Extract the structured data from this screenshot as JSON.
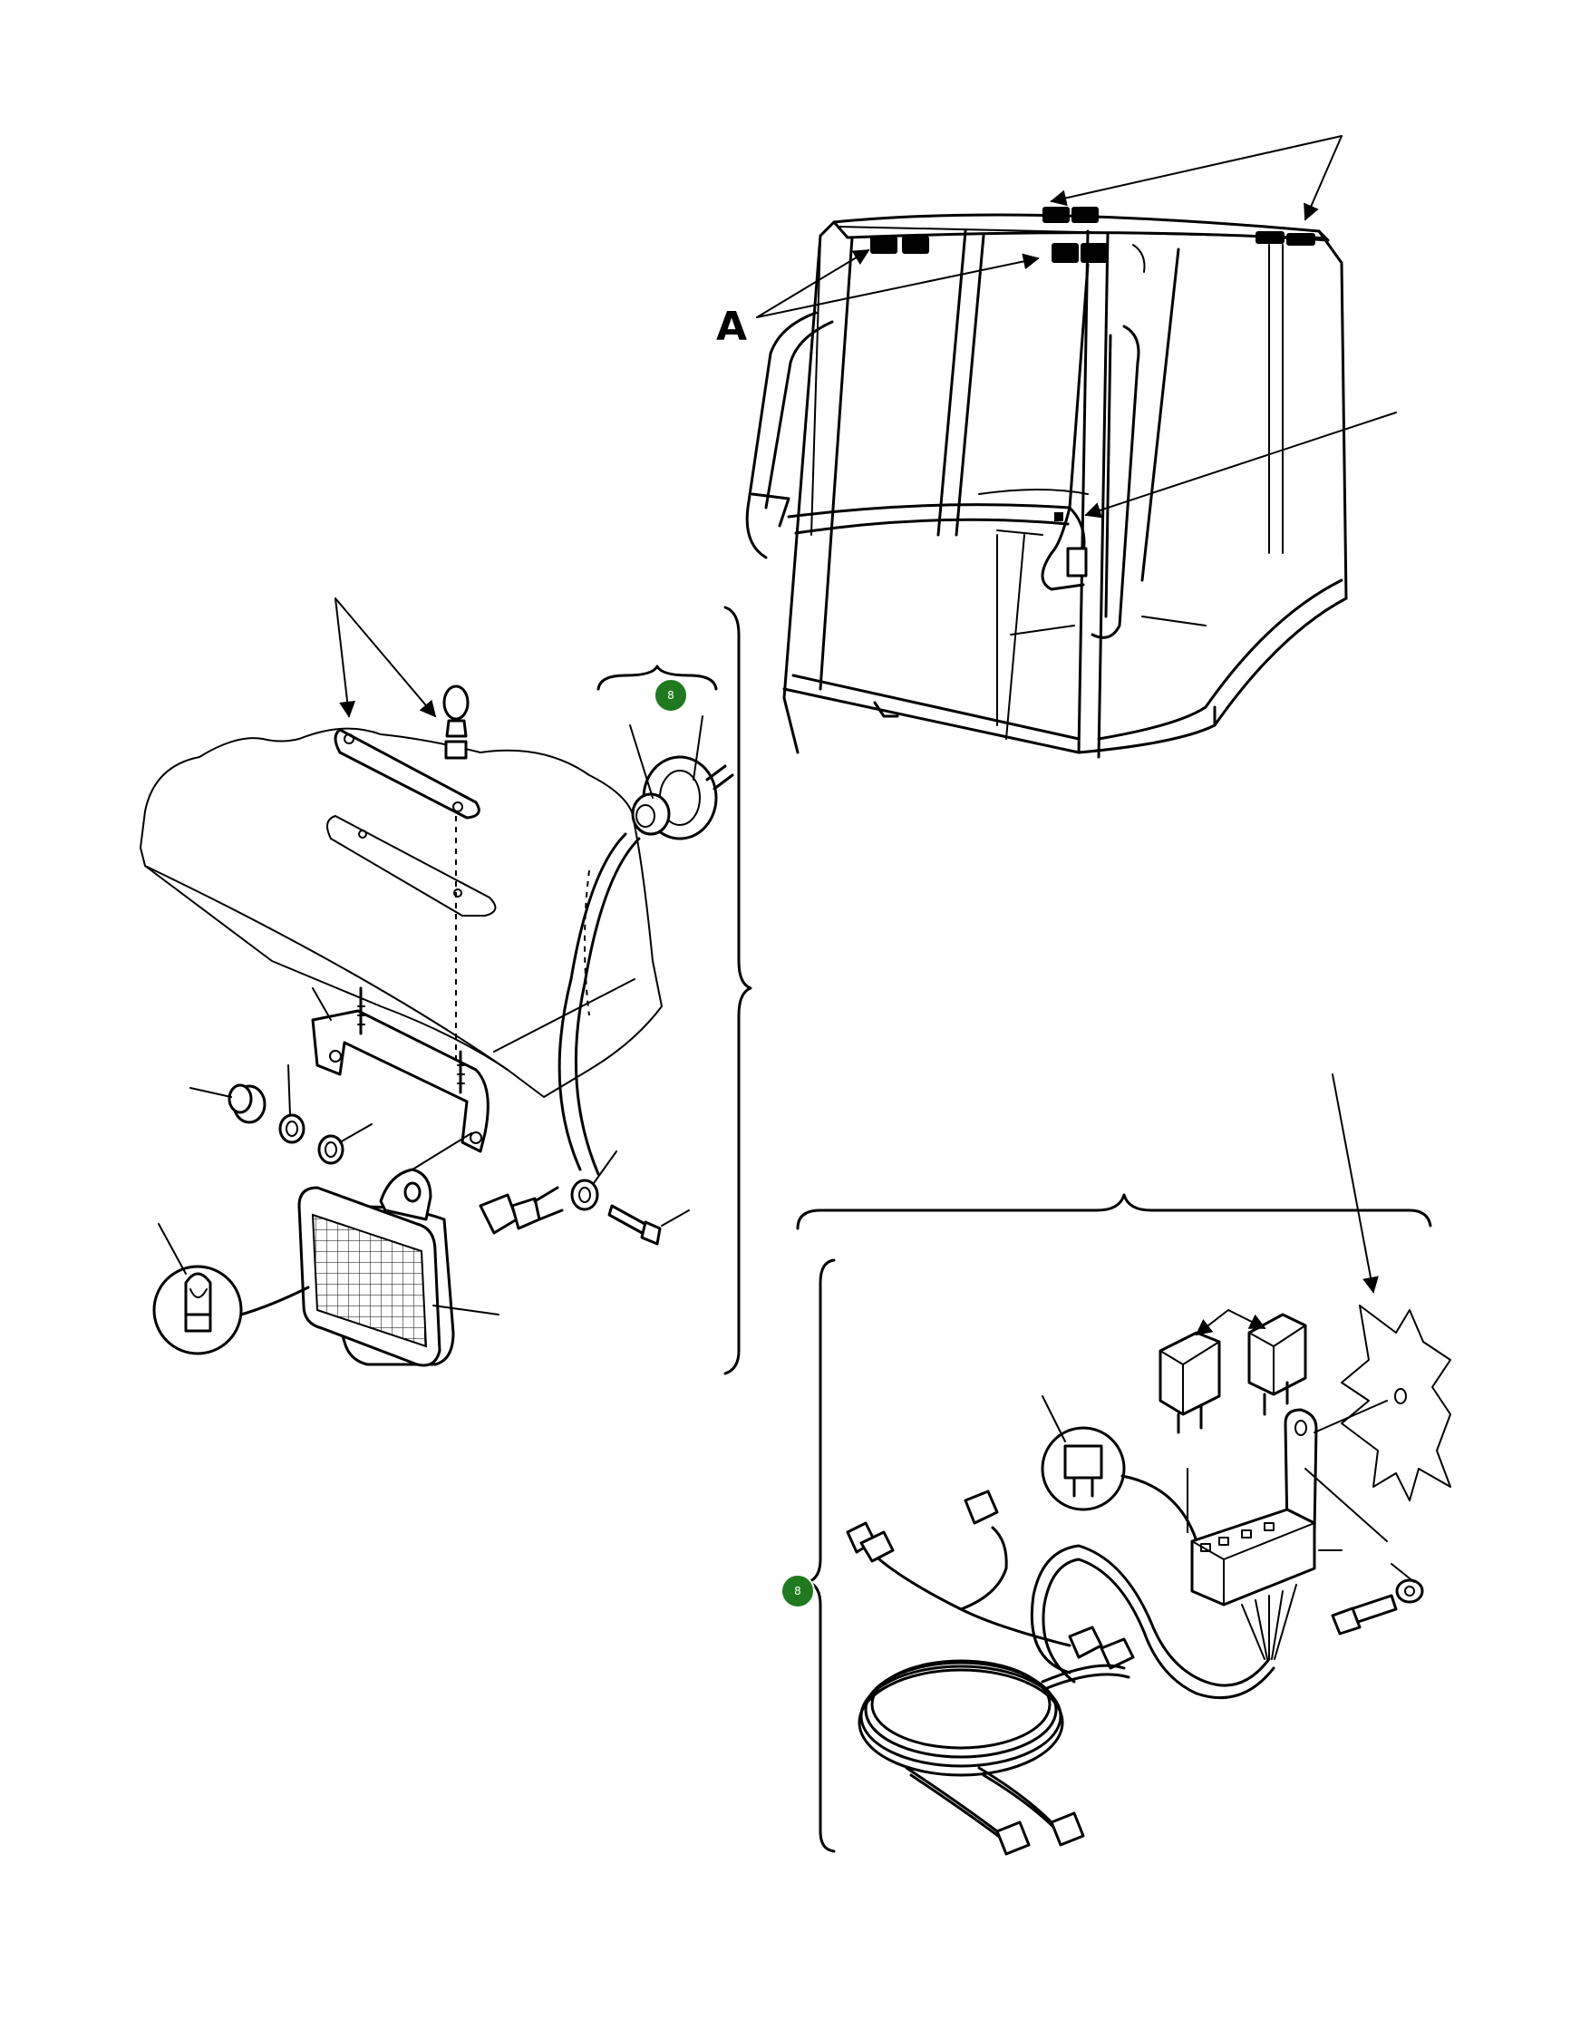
{
  "callout_label": "A",
  "badges": [
    {
      "id": "badge-top",
      "text": "8",
      "color": "#1f7a1f"
    },
    {
      "id": "badge-bottom",
      "text": "8",
      "color": "#1f7a1f"
    }
  ],
  "colors": {
    "line": "#000000",
    "background": "#ffffff",
    "badge": "#1f7a1f"
  }
}
